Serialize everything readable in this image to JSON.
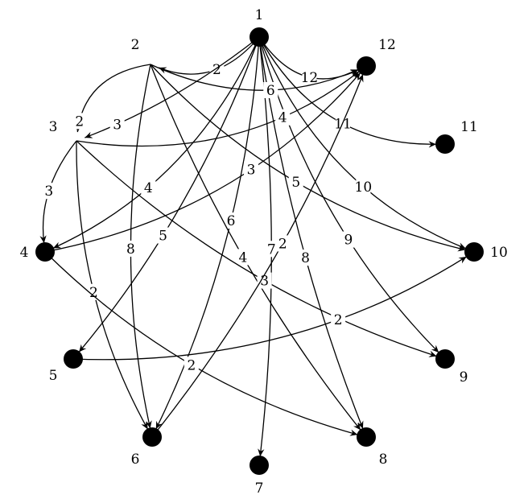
{
  "graph": {
    "nodes": [
      {
        "id": 1,
        "label": "1"
      },
      {
        "id": 2,
        "label": "2"
      },
      {
        "id": 3,
        "label": "3"
      },
      {
        "id": 4,
        "label": "4"
      },
      {
        "id": 5,
        "label": "5"
      },
      {
        "id": 6,
        "label": "6"
      },
      {
        "id": 7,
        "label": "7"
      },
      {
        "id": 8,
        "label": "8"
      },
      {
        "id": 9,
        "label": "9"
      },
      {
        "id": 10,
        "label": "10"
      },
      {
        "id": 11,
        "label": "11"
      },
      {
        "id": 12,
        "label": "12"
      }
    ],
    "edges": [
      {
        "from": 1,
        "to": 2,
        "label": "2"
      },
      {
        "from": 1,
        "to": 3,
        "label": "3"
      },
      {
        "from": 1,
        "to": 4,
        "label": "4"
      },
      {
        "from": 1,
        "to": 5,
        "label": "5"
      },
      {
        "from": 1,
        "to": 6,
        "label": "6"
      },
      {
        "from": 1,
        "to": 7,
        "label": "7"
      },
      {
        "from": 1,
        "to": 8,
        "label": "8"
      },
      {
        "from": 1,
        "to": 9,
        "label": "9"
      },
      {
        "from": 1,
        "to": 10,
        "label": "10"
      },
      {
        "from": 1,
        "to": 11,
        "label": "11"
      },
      {
        "from": 1,
        "to": 12,
        "label": "12"
      },
      {
        "from": 2,
        "to": 3,
        "label": "2"
      },
      {
        "from": 2,
        "to": 12,
        "label": "6"
      },
      {
        "from": 2,
        "to": 10,
        "label": "5"
      },
      {
        "from": 2,
        "to": 6,
        "label": "8"
      },
      {
        "from": 2,
        "to": 8,
        "label": "4"
      },
      {
        "from": 3,
        "to": 12,
        "label": "4"
      },
      {
        "from": 3,
        "to": 4,
        "label": "3"
      },
      {
        "from": 3,
        "to": 9,
        "label": "3"
      },
      {
        "from": 3,
        "to": 6,
        "label": "2"
      },
      {
        "from": 4,
        "to": 12,
        "label": "3"
      },
      {
        "from": 4,
        "to": 8,
        "label": "2"
      },
      {
        "from": 5,
        "to": 10,
        "label": "2"
      },
      {
        "from": 6,
        "to": 12,
        "label": "2"
      }
    ]
  }
}
